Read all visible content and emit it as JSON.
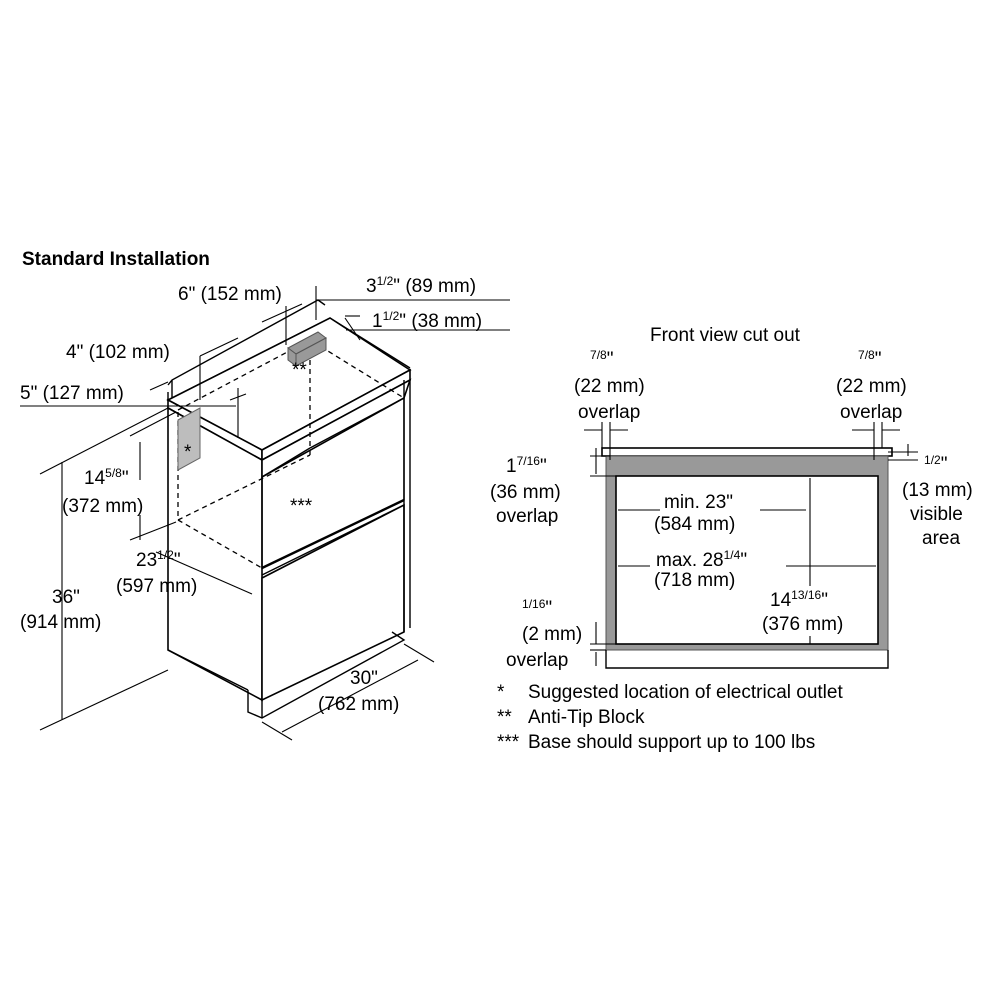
{
  "title": "Standard Installation",
  "front_title": "Front view cut out",
  "iso": {
    "d6_main": "6\" (152 mm)",
    "d35_a": "3",
    "d35_b": "1",
    "d35_c": "/",
    "d35_d": "2",
    "d35_e": "\" (89 mm)",
    "d15_a": "1",
    "d15_b": "1",
    "d15_c": "/",
    "d15_d": "2",
    "d15_e": "\" (38 mm)",
    "d4": "4\" (102 mm)",
    "d5": "5\" (127 mm)",
    "d145_a": "14",
    "d145_b": "5",
    "d145_c": "/",
    "d145_d": "8",
    "d145_e": "\"",
    "d145_mm": "(372 mm)",
    "d235_a": "23",
    "d235_b": "1",
    "d235_c": "/",
    "d235_d": "2",
    "d235_e": "\"",
    "d235_mm": "(597 mm)",
    "d36": "36\"",
    "d36_mm": "(914 mm)",
    "d30": "30\"",
    "d30_mm": "(762 mm)",
    "mark_outlet": "*",
    "mark_block": "**",
    "mark_base": "***"
  },
  "front": {
    "tl_frac_a": "7",
    "tl_frac_b": "/",
    "tl_frac_c": "8",
    "tl_in": "\"",
    "tl_mm": "(22 mm)",
    "tl_ov": "overlap",
    "tr_frac_a": "7",
    "tr_frac_b": "/",
    "tr_frac_c": "8",
    "tr_in": "\"",
    "tr_mm": "(22 mm)",
    "tr_ov": "overlap",
    "l1_a": "1",
    "l1_b": "7",
    "l1_c": "/",
    "l1_d": "16",
    "l1_e": "\"",
    "l1_mm": "(36 mm)",
    "l1_ov": "overlap",
    "r1_a": "1",
    "r1_b": "/",
    "r1_c": "2",
    "r1_d": "\"",
    "r1_mm": "(13 mm)",
    "r1_v1": "visible",
    "r1_v2": "area",
    "min_in": "min. 23\"",
    "min_mm": "(584 mm)",
    "max_a": "max. 28",
    "max_b": "1",
    "max_c": "/",
    "max_d": "4",
    "max_e": "\"",
    "max_mm": "(718 mm)",
    "h_a": "14",
    "h_b": "13",
    "h_c": "/",
    "h_d": "16",
    "h_e": "\"",
    "h_mm": "(376 mm)",
    "l2_a": "1",
    "l2_b": "/",
    "l2_c": "16",
    "l2_d": "\"",
    "l2_mm": "(2 mm)",
    "l2_ov": "overlap"
  },
  "notes": [
    {
      "mark": "*",
      "text": "Suggested location of electrical outlet"
    },
    {
      "mark": "**",
      "text": "Anti-Tip Block"
    },
    {
      "mark": "***",
      "text": "Base should support up to 100 lbs"
    }
  ]
}
